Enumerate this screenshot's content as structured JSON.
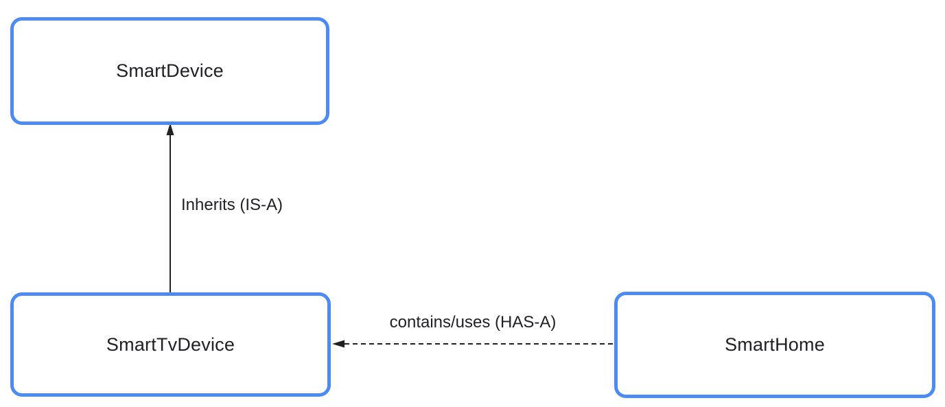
{
  "diagram": {
    "type": "class-relationship",
    "nodes": [
      {
        "id": "smart-device",
        "label": "SmartDevice"
      },
      {
        "id": "smart-tv-device",
        "label": "SmartTvDevice"
      },
      {
        "id": "smart-home",
        "label": "SmartHome"
      }
    ],
    "edges": [
      {
        "from": "SmartTvDevice",
        "to": "SmartDevice",
        "label": "Inherits (IS-A)",
        "style": "solid",
        "direction": "up",
        "arrowhead": "filled-triangle"
      },
      {
        "from": "SmartHome",
        "to": "SmartTvDevice",
        "label": "contains/uses (HAS-A)",
        "style": "dashed",
        "direction": "left",
        "arrowhead": "filled-triangle"
      }
    ],
    "colors": {
      "node_border": "#4C8BF4",
      "text": "#202124",
      "edge": "#212121",
      "background": "#FFFFFF"
    }
  }
}
